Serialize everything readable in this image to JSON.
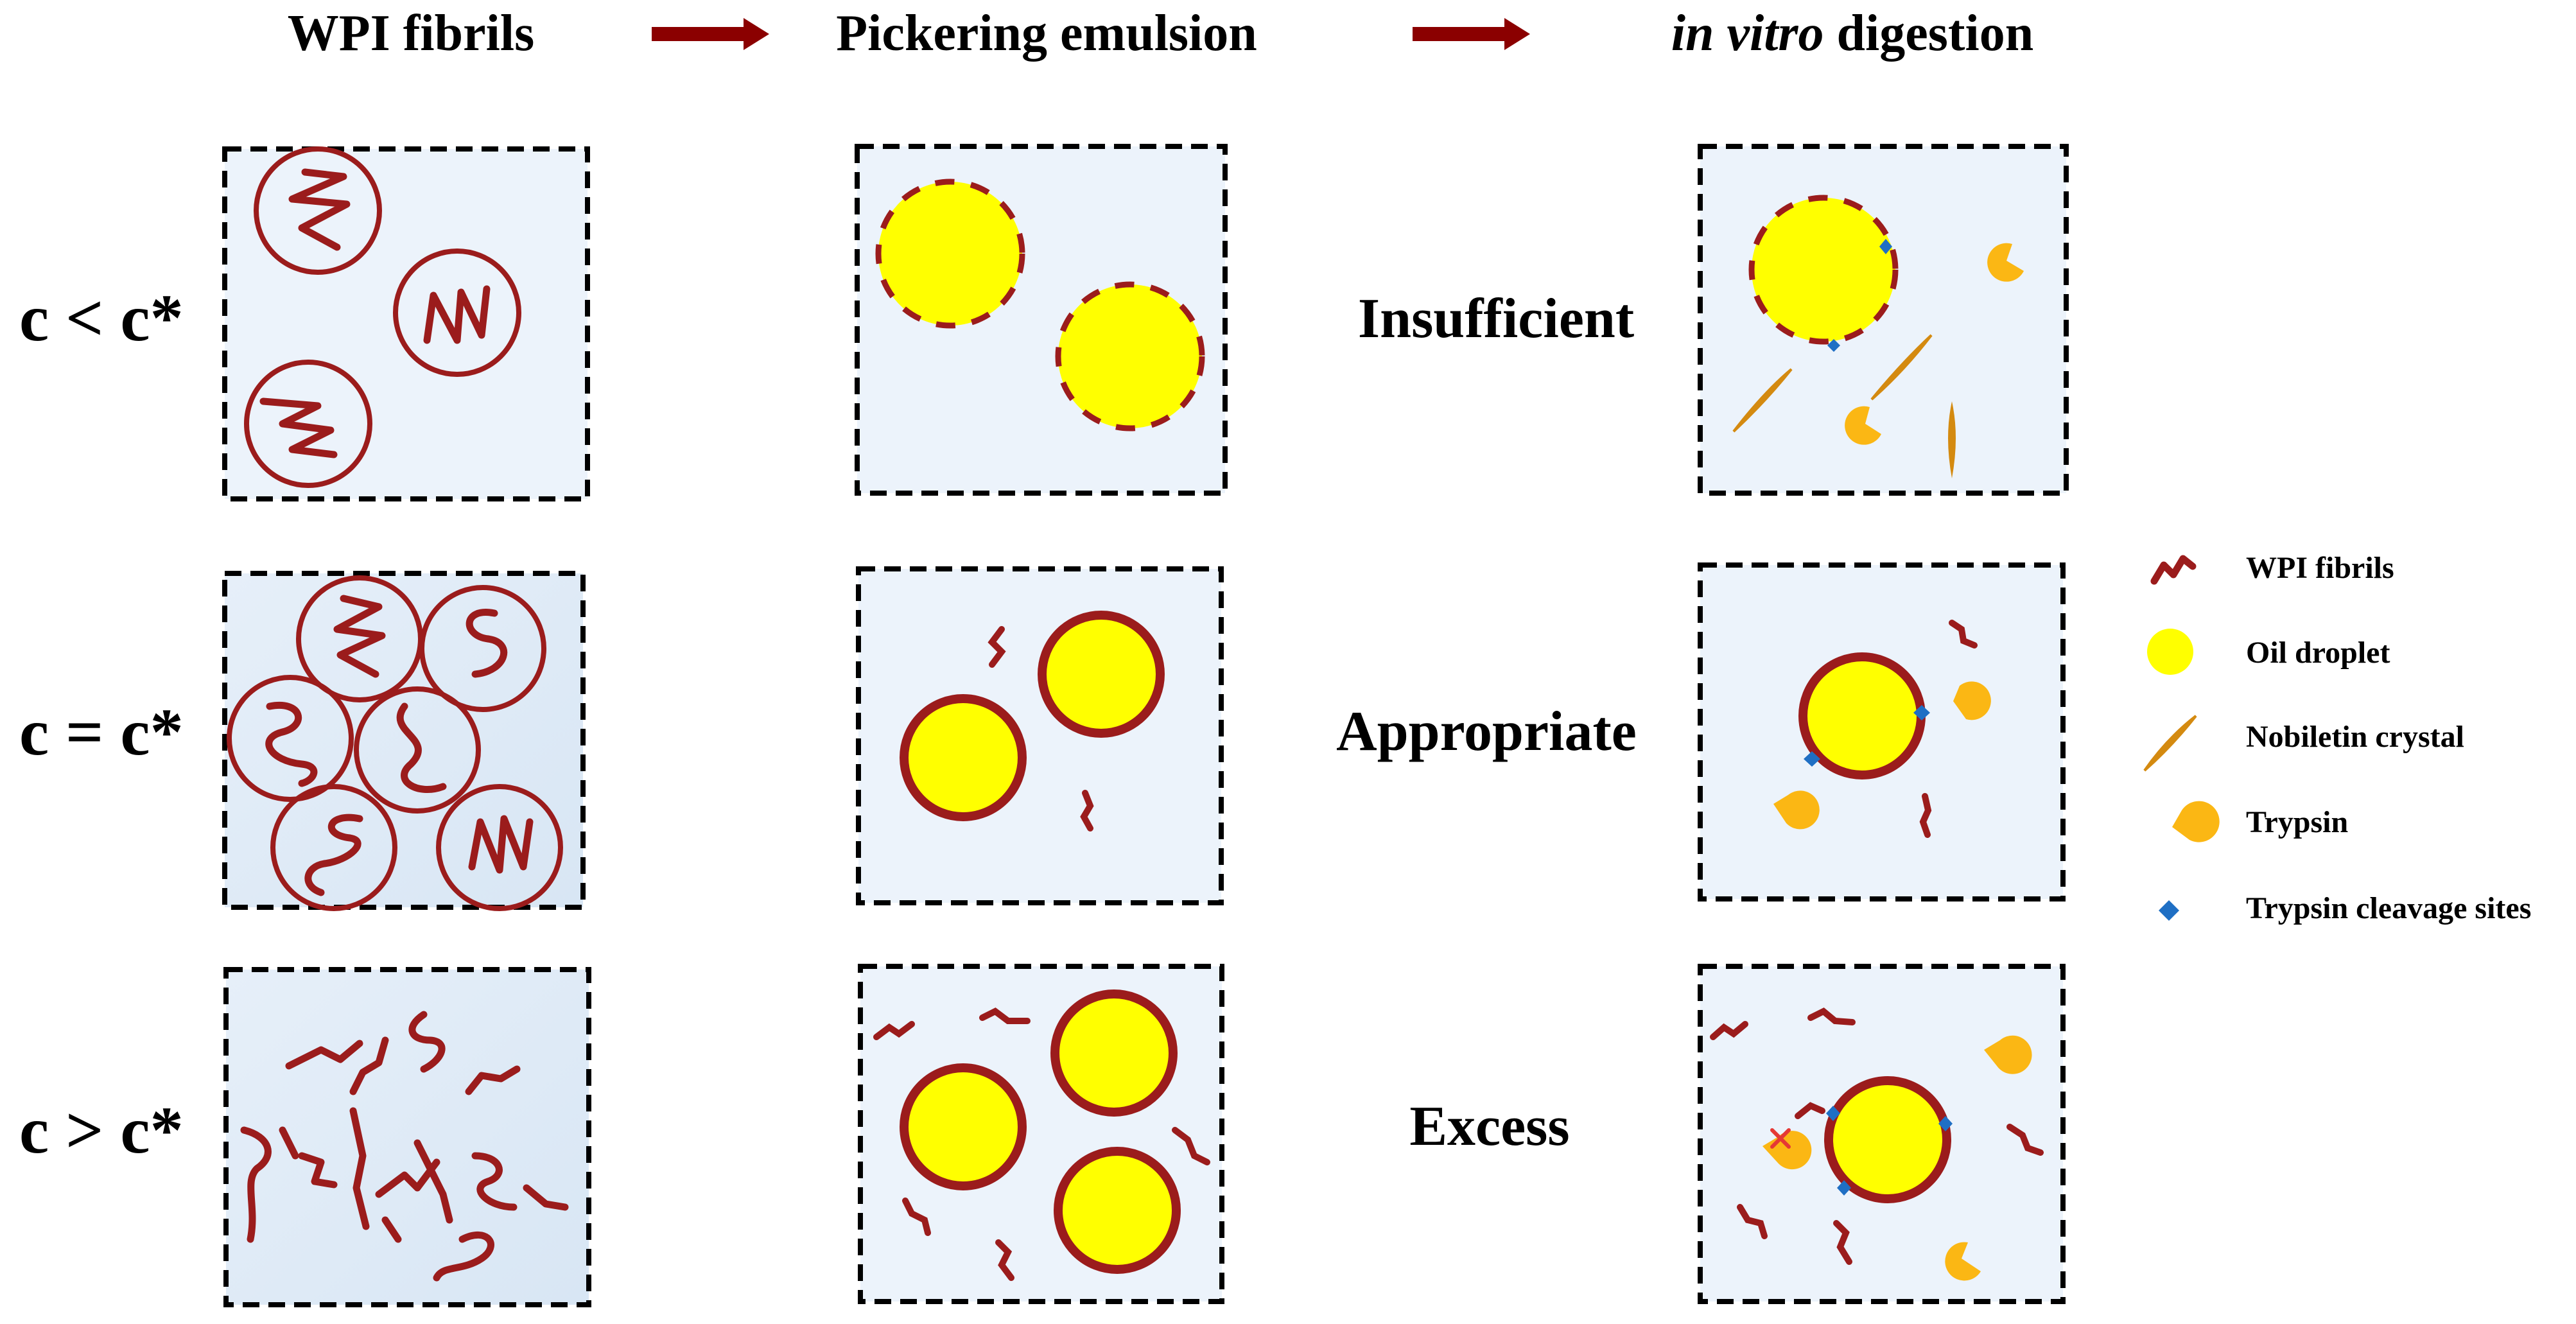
{
  "header": {
    "step1": "WPI fibrils",
    "step2": "Pickering emulsion",
    "step3_italic": "in vitro",
    "step3_rest": "digestion"
  },
  "rows": [
    {
      "label": "c < c*",
      "outcome": "Insufficient"
    },
    {
      "label": "c = c*",
      "outcome": "Appropriate"
    },
    {
      "label": "c > c*",
      "outcome": "Excess"
    }
  ],
  "legend": [
    {
      "icon": "wpi-fibril-icon",
      "label": "WPI fibrils"
    },
    {
      "icon": "oil-droplet-icon",
      "label": "Oil droplet"
    },
    {
      "icon": "nobiletin-crystal-icon",
      "label": "Nobiletin crystal"
    },
    {
      "icon": "trypsin-icon",
      "label": "Trypsin"
    },
    {
      "icon": "trypsin-cleavage-site-icon",
      "label": "Trypsin cleavage sites"
    }
  ],
  "colors": {
    "fibril": "#9b1c1c",
    "arrow": "#8b0000",
    "oil": "#ffff00",
    "crystal": "#d48a10",
    "trypsin": "#fbb714",
    "cleavage": "#1f6fc4",
    "blocked": "#e53935",
    "panel_light": "#ecf3fb",
    "panel_dark": "#dde9f5"
  }
}
